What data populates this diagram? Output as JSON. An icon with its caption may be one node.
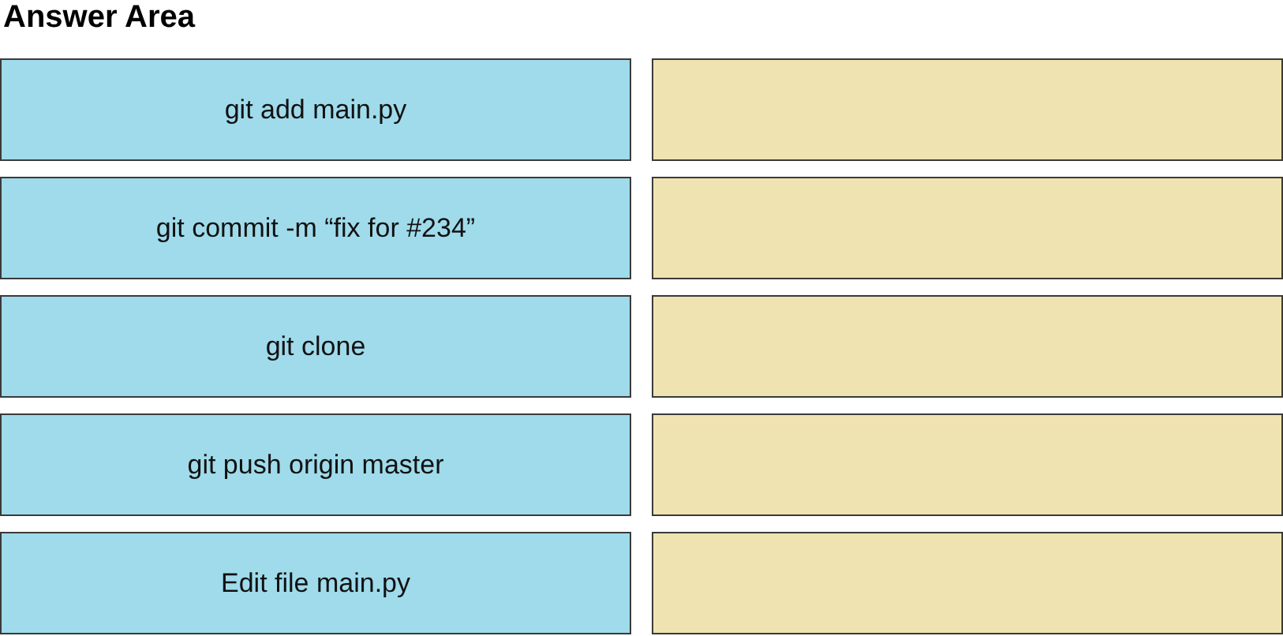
{
  "diagram": {
    "title": "Answer Area",
    "nodes": [
      {
        "text": [
          "git add main.py"
        ]
      },
      {
        "text": [
          "git commit -m “fix for #234”"
        ]
      },
      {
        "text": [
          "git clone"
        ]
      },
      {
        "text": [
          "git push origin master"
        ]
      },
      {
        "text": [
          "Edit file main.py"
        ]
      },
      {
        "text": [],
        "shape": "box"
      },
      {
        "text": [],
        "shape": "box"
      },
      {
        "text": [],
        "shape": "box"
      },
      {
        "text": [],
        "shape": "box"
      },
      {
        "text": [],
        "shape": "box"
      }
    ]
  }
}
